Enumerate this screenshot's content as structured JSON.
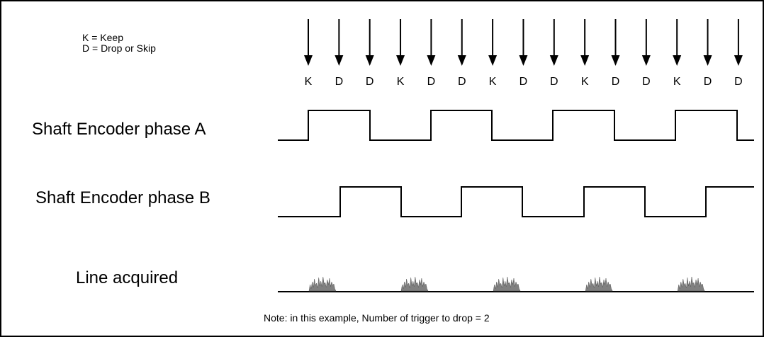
{
  "legend": {
    "keep_line": "K = Keep",
    "drop_line": "D = Drop or Skip"
  },
  "trigger_letters": [
    "K",
    "D",
    "D",
    "K",
    "D",
    "D",
    "K",
    "D",
    "D",
    "K",
    "D",
    "D",
    "K",
    "D",
    "D"
  ],
  "signals": {
    "phase_a_label": "Shaft Encoder phase A",
    "phase_b_label": "Shaft Encoder phase B",
    "line_acquired_label": "Line acquired"
  },
  "note": "Note: in this example, Number of trigger to drop = 2",
  "colors": {
    "line": "#000000",
    "burst_fill": "#808080",
    "frame": "#000000"
  }
}
